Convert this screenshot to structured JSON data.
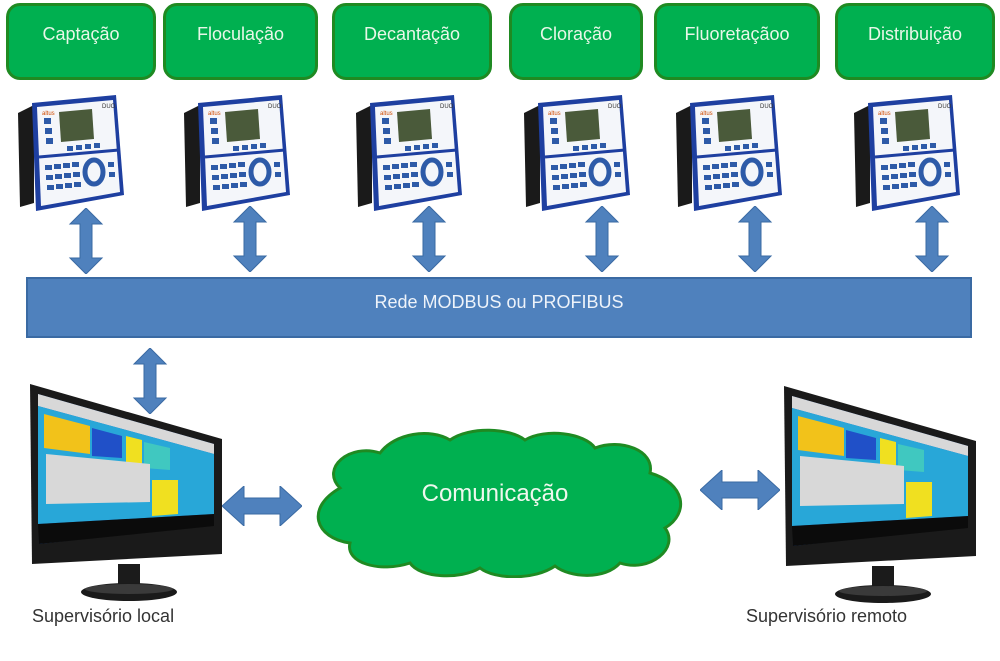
{
  "stages": [
    {
      "label": "Captação"
    },
    {
      "label": "Floculação"
    },
    {
      "label": "Decantação"
    },
    {
      "label": "Cloração"
    },
    {
      "label": "Fluoretaçãoo"
    },
    {
      "label": "Distribuição"
    }
  ],
  "controller": {
    "brand_text": "altus",
    "model_text": "DUO",
    "icon": "plc-controller-icon"
  },
  "bus": {
    "label": "Rede MODBUS ou PROFIBUS"
  },
  "cloud": {
    "label": "Comunicação"
  },
  "supervisors": {
    "local": {
      "caption": "Supervisório local",
      "screen_title": "EAT-016"
    },
    "remote": {
      "caption": "Supervisório remoto",
      "screen_title": "EAT-016"
    }
  },
  "colors": {
    "stage_fill": "#00b050",
    "stage_border": "#1f8a22",
    "bus_fill": "#4f81bd",
    "arrow_fill": "#4f81bd",
    "cloud_fill": "#00b050"
  }
}
